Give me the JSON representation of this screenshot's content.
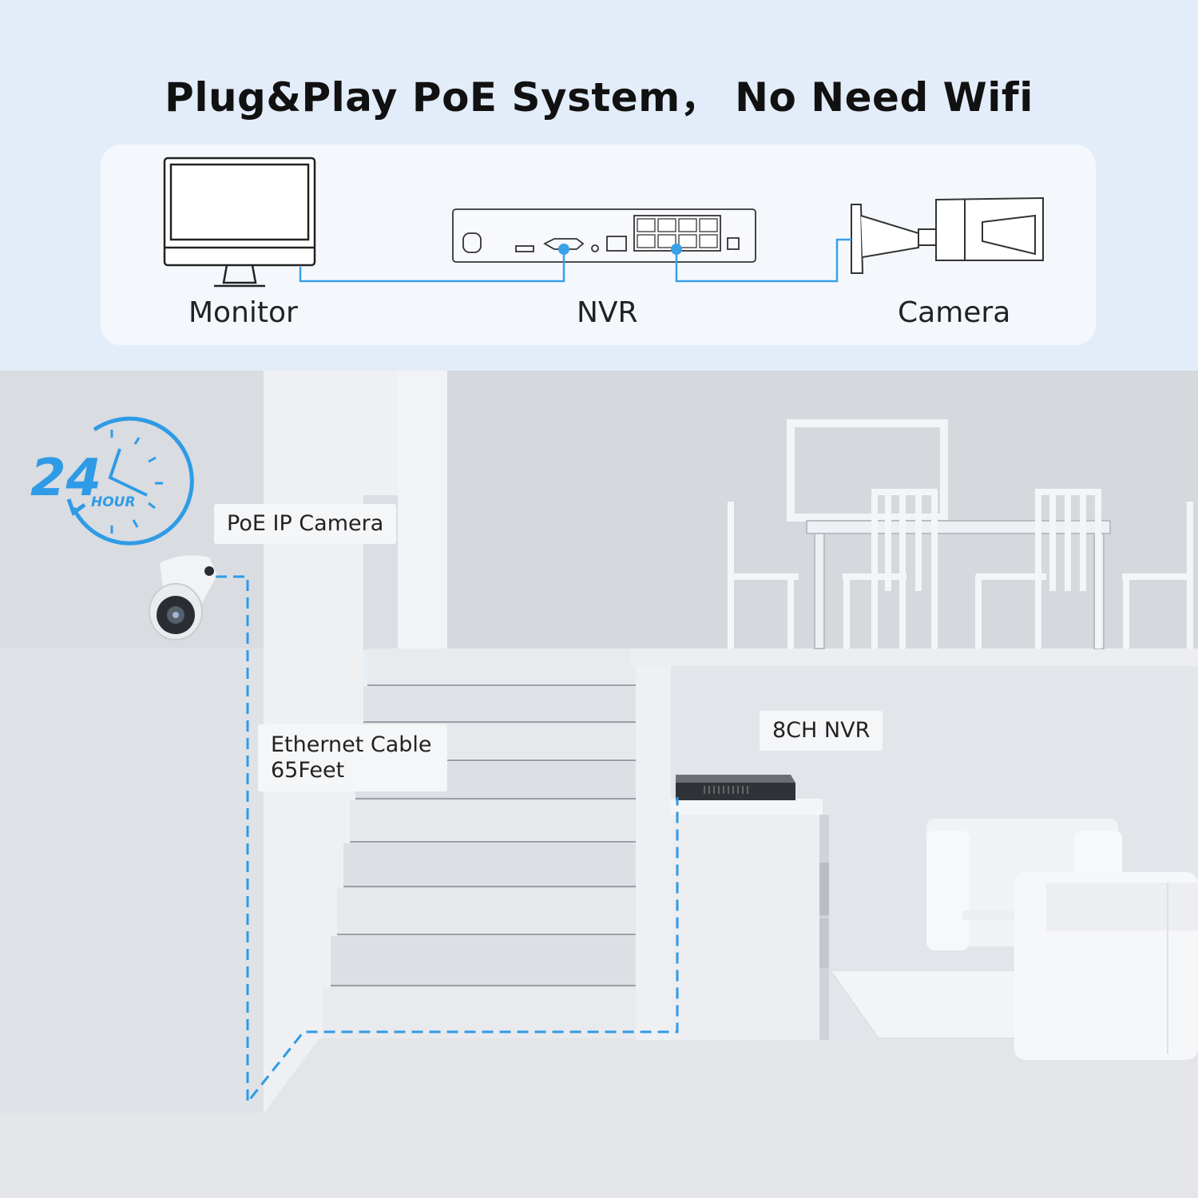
{
  "header": {
    "title": "Plug&Play PoE System， No Need Wifi"
  },
  "diagram": {
    "devices": [
      {
        "id": "monitor",
        "label": "Monitor"
      },
      {
        "id": "nvr",
        "label": "NVR"
      },
      {
        "id": "camera",
        "label": "Camera"
      }
    ],
    "line_color": "#3aa0e8"
  },
  "scene": {
    "badge": {
      "number": "24",
      "unit": "HOUR"
    },
    "callouts": {
      "camera": "PoE IP Camera",
      "cable_line1": "Ethernet Cable",
      "cable_line2": "65Feet",
      "nvr": "8CH NVR"
    },
    "accent_color": "#2f9be6"
  }
}
